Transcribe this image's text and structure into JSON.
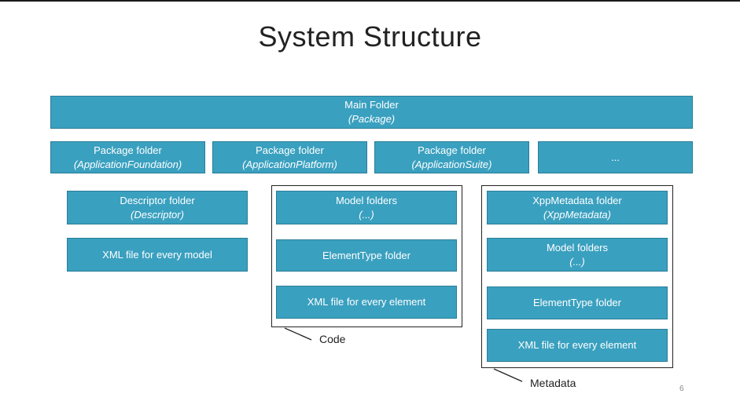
{
  "title": "System Structure",
  "main": {
    "label": "Main Folder",
    "sub": "(Package)"
  },
  "packages": [
    {
      "label": "Package folder",
      "sub": "(ApplicationFoundation)"
    },
    {
      "label": "Package folder",
      "sub": "(ApplicationPlatform)"
    },
    {
      "label": "Package folder",
      "sub": "(ApplicationSuite)"
    },
    {
      "label": "..."
    }
  ],
  "descriptor_column": [
    {
      "label": "Descriptor folder",
      "sub": "(Descriptor)"
    },
    {
      "label": "XML file for every model"
    }
  ],
  "code_column": [
    {
      "label": "Model folders",
      "sub": "(...)"
    },
    {
      "label": "ElementType folder"
    },
    {
      "label": "XML file for every element"
    }
  ],
  "metadata_column": [
    {
      "label": "XppMetadata folder",
      "sub": "(XppMetadata)"
    },
    {
      "label": "Model folders",
      "sub": "(...)"
    },
    {
      "label": "ElementType folder"
    },
    {
      "label": "XML file for every element"
    }
  ],
  "callouts": {
    "code": "Code",
    "metadata": "Metadata"
  },
  "page_number": "6"
}
